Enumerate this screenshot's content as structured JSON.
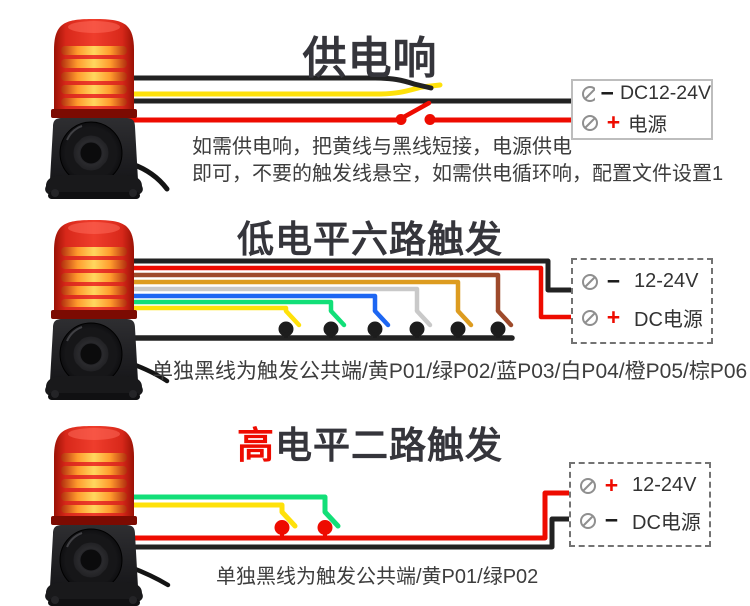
{
  "page": {
    "background": "#ffffff"
  },
  "colors": {
    "wire_black": "#222222",
    "wire_red": "#ee0b00",
    "wire_yellow": "#ffe10a",
    "wire_green": "#12df78",
    "wire_blue": "#1d66f2",
    "wire_white": "#c9c9c9",
    "wire_orange": "#dd9c20",
    "wire_brown": "#9e4a2b",
    "title_text": "#35353b",
    "title_accent_red": "#ee0b00",
    "caption_text": "#3d3d3d",
    "terminal_screw": "#8f8f8f"
  },
  "sections": {
    "power": {
      "title": "供电响",
      "caption_line1": "如需供电响，把黄线与黑线短接，电源供电",
      "caption_line2": "即可，不要的触发线悬空，如需供电循环响，配置文件设置1",
      "terminal": {
        "rows": [
          {
            "sign": "−",
            "label": "DC12-24V"
          },
          {
            "sign": "+",
            "label": "电源"
          }
        ]
      }
    },
    "low": {
      "title": "低电平六路触发",
      "caption": "单独黑线为触发公共端/黄P01/绿P02/蓝P03/白P04/橙P05/棕P06",
      "terminal": {
        "rows": [
          {
            "sign": "−",
            "label": "12-24V"
          },
          {
            "sign": "+",
            "label": "DC电源"
          }
        ]
      }
    },
    "high": {
      "title_red": "高",
      "title_rest": "电平二路触发",
      "caption": "单独黑线为触发公共端/黄P01/绿P02",
      "terminal": {
        "rows": [
          {
            "sign": "+",
            "label": "12-24V"
          },
          {
            "sign": "−",
            "label": "DC电源"
          }
        ]
      }
    }
  }
}
